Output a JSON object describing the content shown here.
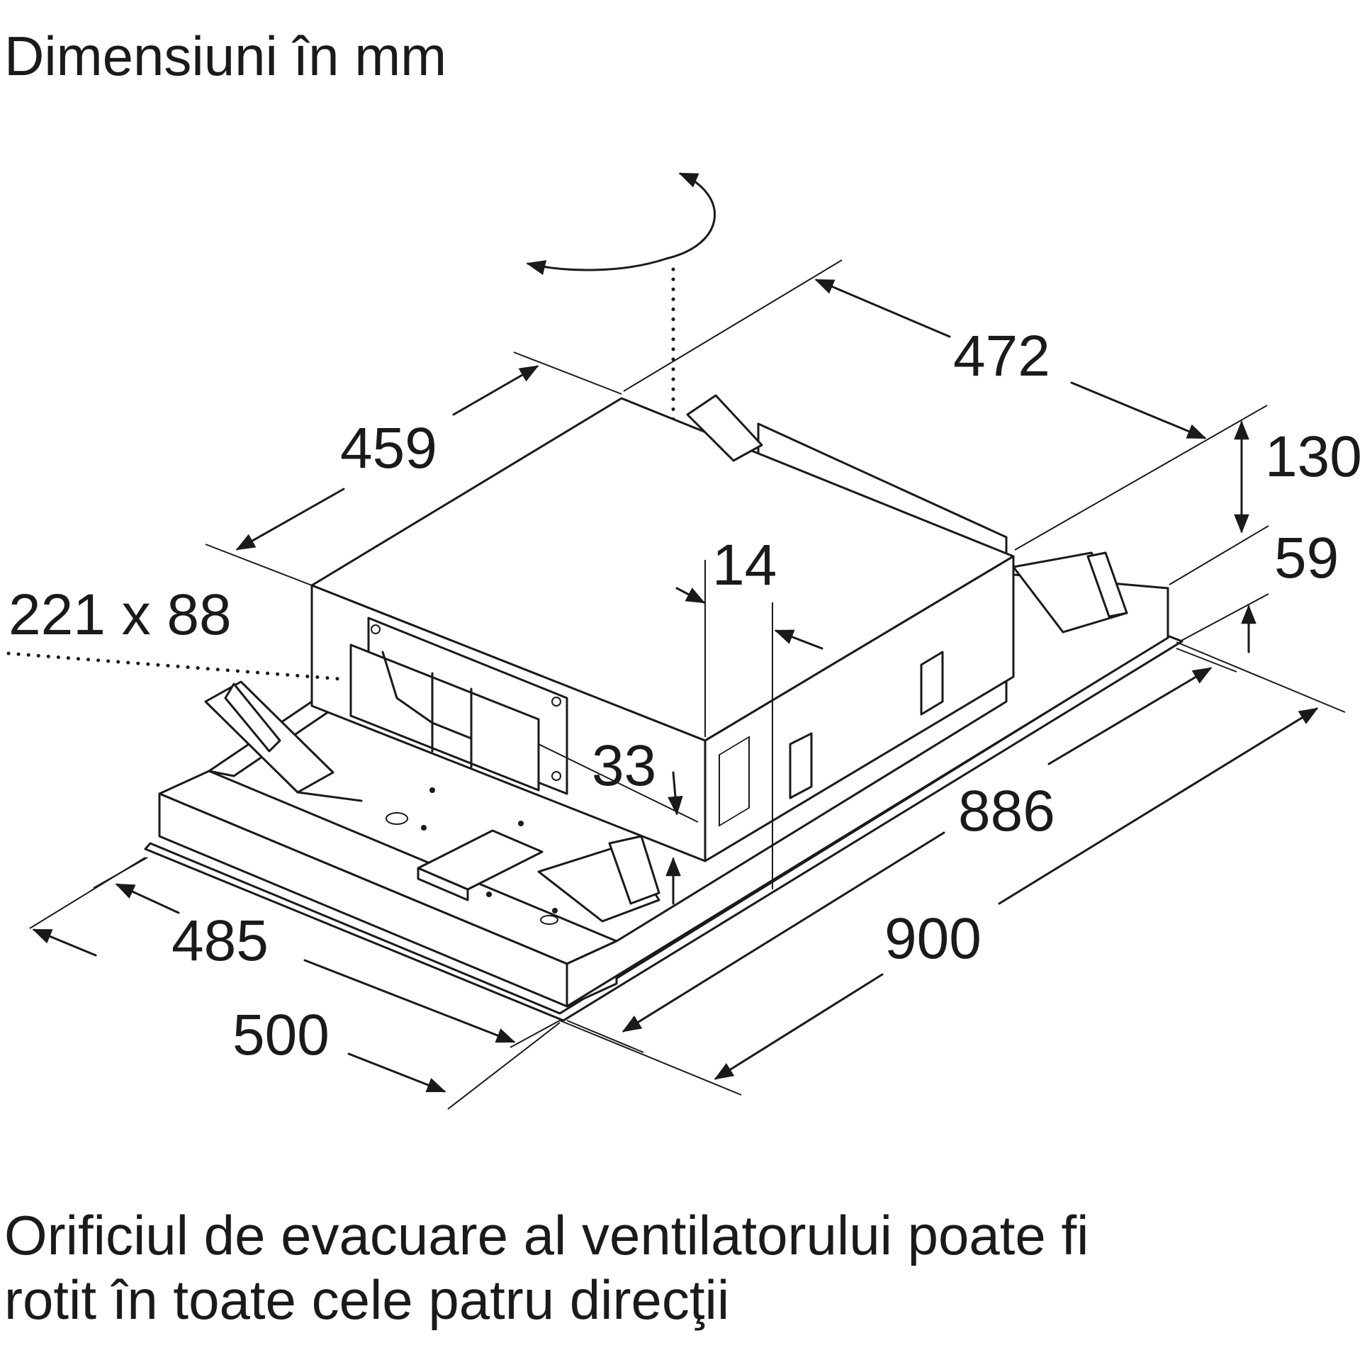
{
  "title": "Dimensiuni în mm",
  "caption": {
    "line1": "Orificiul de evacuare al ventilatorului poate fi",
    "line2": "rotit în toate cele patru direcţii"
  },
  "dimensions": {
    "d472": "472",
    "d459": "459",
    "d130": "130",
    "d59": "59",
    "d14": "14",
    "d221x88": "221 x 88",
    "d33": "33",
    "d886": "886",
    "d900": "900",
    "d485": "485",
    "d500": "500"
  }
}
